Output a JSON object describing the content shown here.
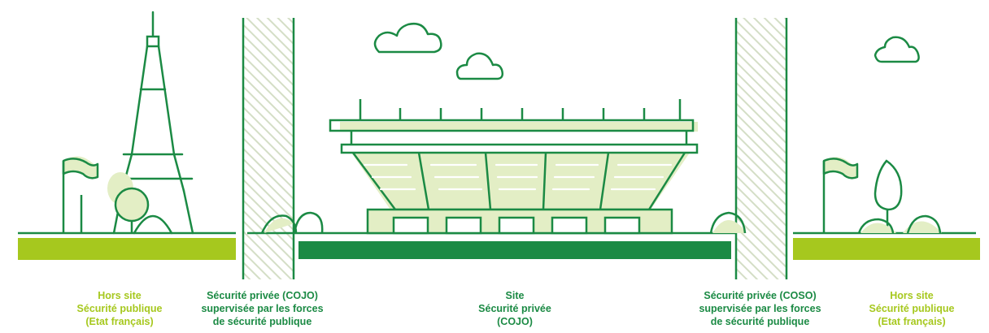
{
  "palette": {
    "dark_green": "#1b8a44",
    "lime": "#a6c81e",
    "pale_green": "#e3eec5",
    "hatch": "#d4dec6",
    "white": "#ffffff"
  },
  "zones": [
    {
      "id": "hors-site-left",
      "color": "#a6c81e",
      "lines": [
        "Hors site",
        "Sécurité publique",
        "(Etat français)"
      ]
    },
    {
      "id": "securite-privee-cojo",
      "color": "#1b8a44",
      "lines": [
        "Sécurité privée (COJO)",
        "supervisée  par les forces",
        "de sécurité  publique"
      ]
    },
    {
      "id": "site",
      "color": "#1b8a44",
      "lines": [
        "Site",
        "Sécurité privée",
        "(COJO)"
      ]
    },
    {
      "id": "securite-privee-coso",
      "color": "#1b8a44",
      "lines": [
        "Sécurité privée (COSO)",
        "supervisée  par les forces",
        "de sécurité  publique"
      ]
    },
    {
      "id": "hors-site-right",
      "color": "#a6c81e",
      "lines": [
        "Hors site",
        "Sécurité publique",
        "(Etat français)"
      ]
    }
  ],
  "icons": [
    "eiffel-tower-icon",
    "stadium-icon",
    "cloud-icon",
    "tree-icon",
    "flag-icon",
    "bush-icon"
  ]
}
